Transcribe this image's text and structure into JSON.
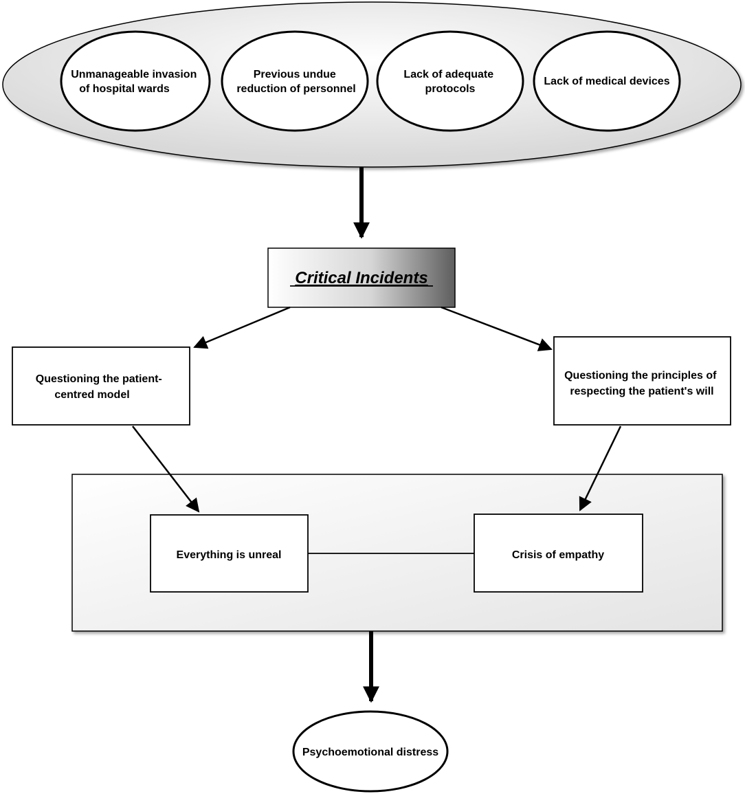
{
  "causes": {
    "items": [
      {
        "lines": [
          "Unmanageable invasion",
          "of hospital wards"
        ]
      },
      {
        "lines": [
          "Previous undue",
          "reduction of personnel"
        ]
      },
      {
        "lines": [
          "Lack of adequate",
          "protocols"
        ]
      },
      {
        "lines": [
          "Lack of medical devices"
        ]
      }
    ]
  },
  "critical": {
    "label": "Critical Incidents"
  },
  "questioning": {
    "left_lines": [
      "Questioning the patient-",
      "centred model"
    ],
    "right_lines": [
      "Questioning the principles of",
      "respecting the patient's will"
    ]
  },
  "effects": {
    "left": "Everything is unreal",
    "right": "Crisis of empathy"
  },
  "outcome": {
    "label": "Psychoemotional distress"
  },
  "colors": {
    "stroke": "#000000",
    "fill_white": "#ffffff",
    "panel_fill": "#efefef",
    "outer_ellipse_fill": "#e6e6e6",
    "title_gradient_dark": "#5e5e5e"
  }
}
